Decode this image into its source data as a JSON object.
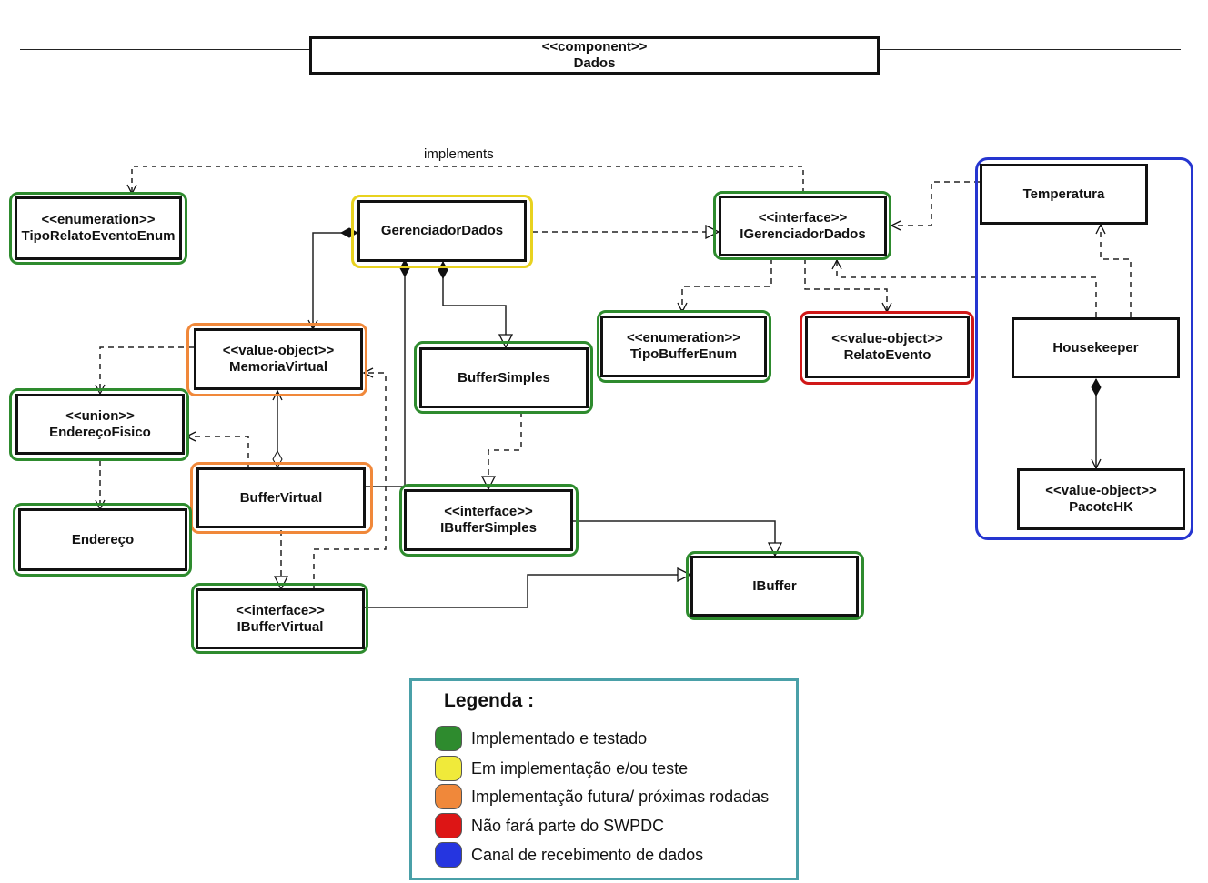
{
  "component": {
    "stereotype": "<<component>>",
    "name": "Dados"
  },
  "edge_labels": {
    "implements": "implements"
  },
  "classes": {
    "tipo_relato": {
      "stereotype": "<<enumeration>>",
      "name": "TipoRelatoEventoEnum",
      "status": "green"
    },
    "gerenciador": {
      "name": "GerenciadorDados",
      "status": "yellow"
    },
    "igerenciador": {
      "stereotype": "<<interface>>",
      "name": "IGerenciadorDados",
      "status": "green"
    },
    "temperatura": {
      "name": "Temperatura",
      "status": "blue"
    },
    "memoria": {
      "stereotype": "<<value-object>>",
      "name": "MemoriaVirtual",
      "status": "orange"
    },
    "buffer_simples": {
      "name": "BufferSimples",
      "status": "green"
    },
    "tipo_buffer": {
      "stereotype": "<<enumeration>>",
      "name": "TipoBufferEnum",
      "status": "green"
    },
    "relato_evento": {
      "stereotype": "<<value-object>>",
      "name": "RelatoEvento",
      "status": "red"
    },
    "housekeeper": {
      "name": "Housekeeper",
      "status": "blue"
    },
    "endereco_fisico": {
      "stereotype": "<<union>>",
      "name": "EndereçoFisico",
      "status": "green"
    },
    "buffer_virtual": {
      "name": "BufferVirtual",
      "status": "orange"
    },
    "ibuffer_simples": {
      "stereotype": "<<interface>>",
      "name": "IBufferSimples",
      "status": "green"
    },
    "pacote_hk": {
      "stereotype": "<<value-object>>",
      "name": "PacoteHK",
      "status": "blue"
    },
    "endereco": {
      "name": "Endereço",
      "status": "green"
    },
    "ibuffer": {
      "name": "IBuffer",
      "status": "green"
    },
    "ibuffer_virtual": {
      "stereotype": "<<interface>>",
      "name": "IBufferVirtual",
      "status": "green"
    }
  },
  "legend": {
    "title": "Legenda :",
    "items": [
      {
        "color": "#2e8b2e",
        "label": "Implementado e testado"
      },
      {
        "color": "#f0ea3a",
        "label": "Em implementação e/ou teste"
      },
      {
        "color": "#f0883a",
        "label": "Implementação futura/ próximas rodadas"
      },
      {
        "color": "#dd1515",
        "label": "Não fará parte do SWPDC"
      },
      {
        "color": "#2535e0",
        "label": "Canal de recebimento de dados"
      }
    ]
  }
}
